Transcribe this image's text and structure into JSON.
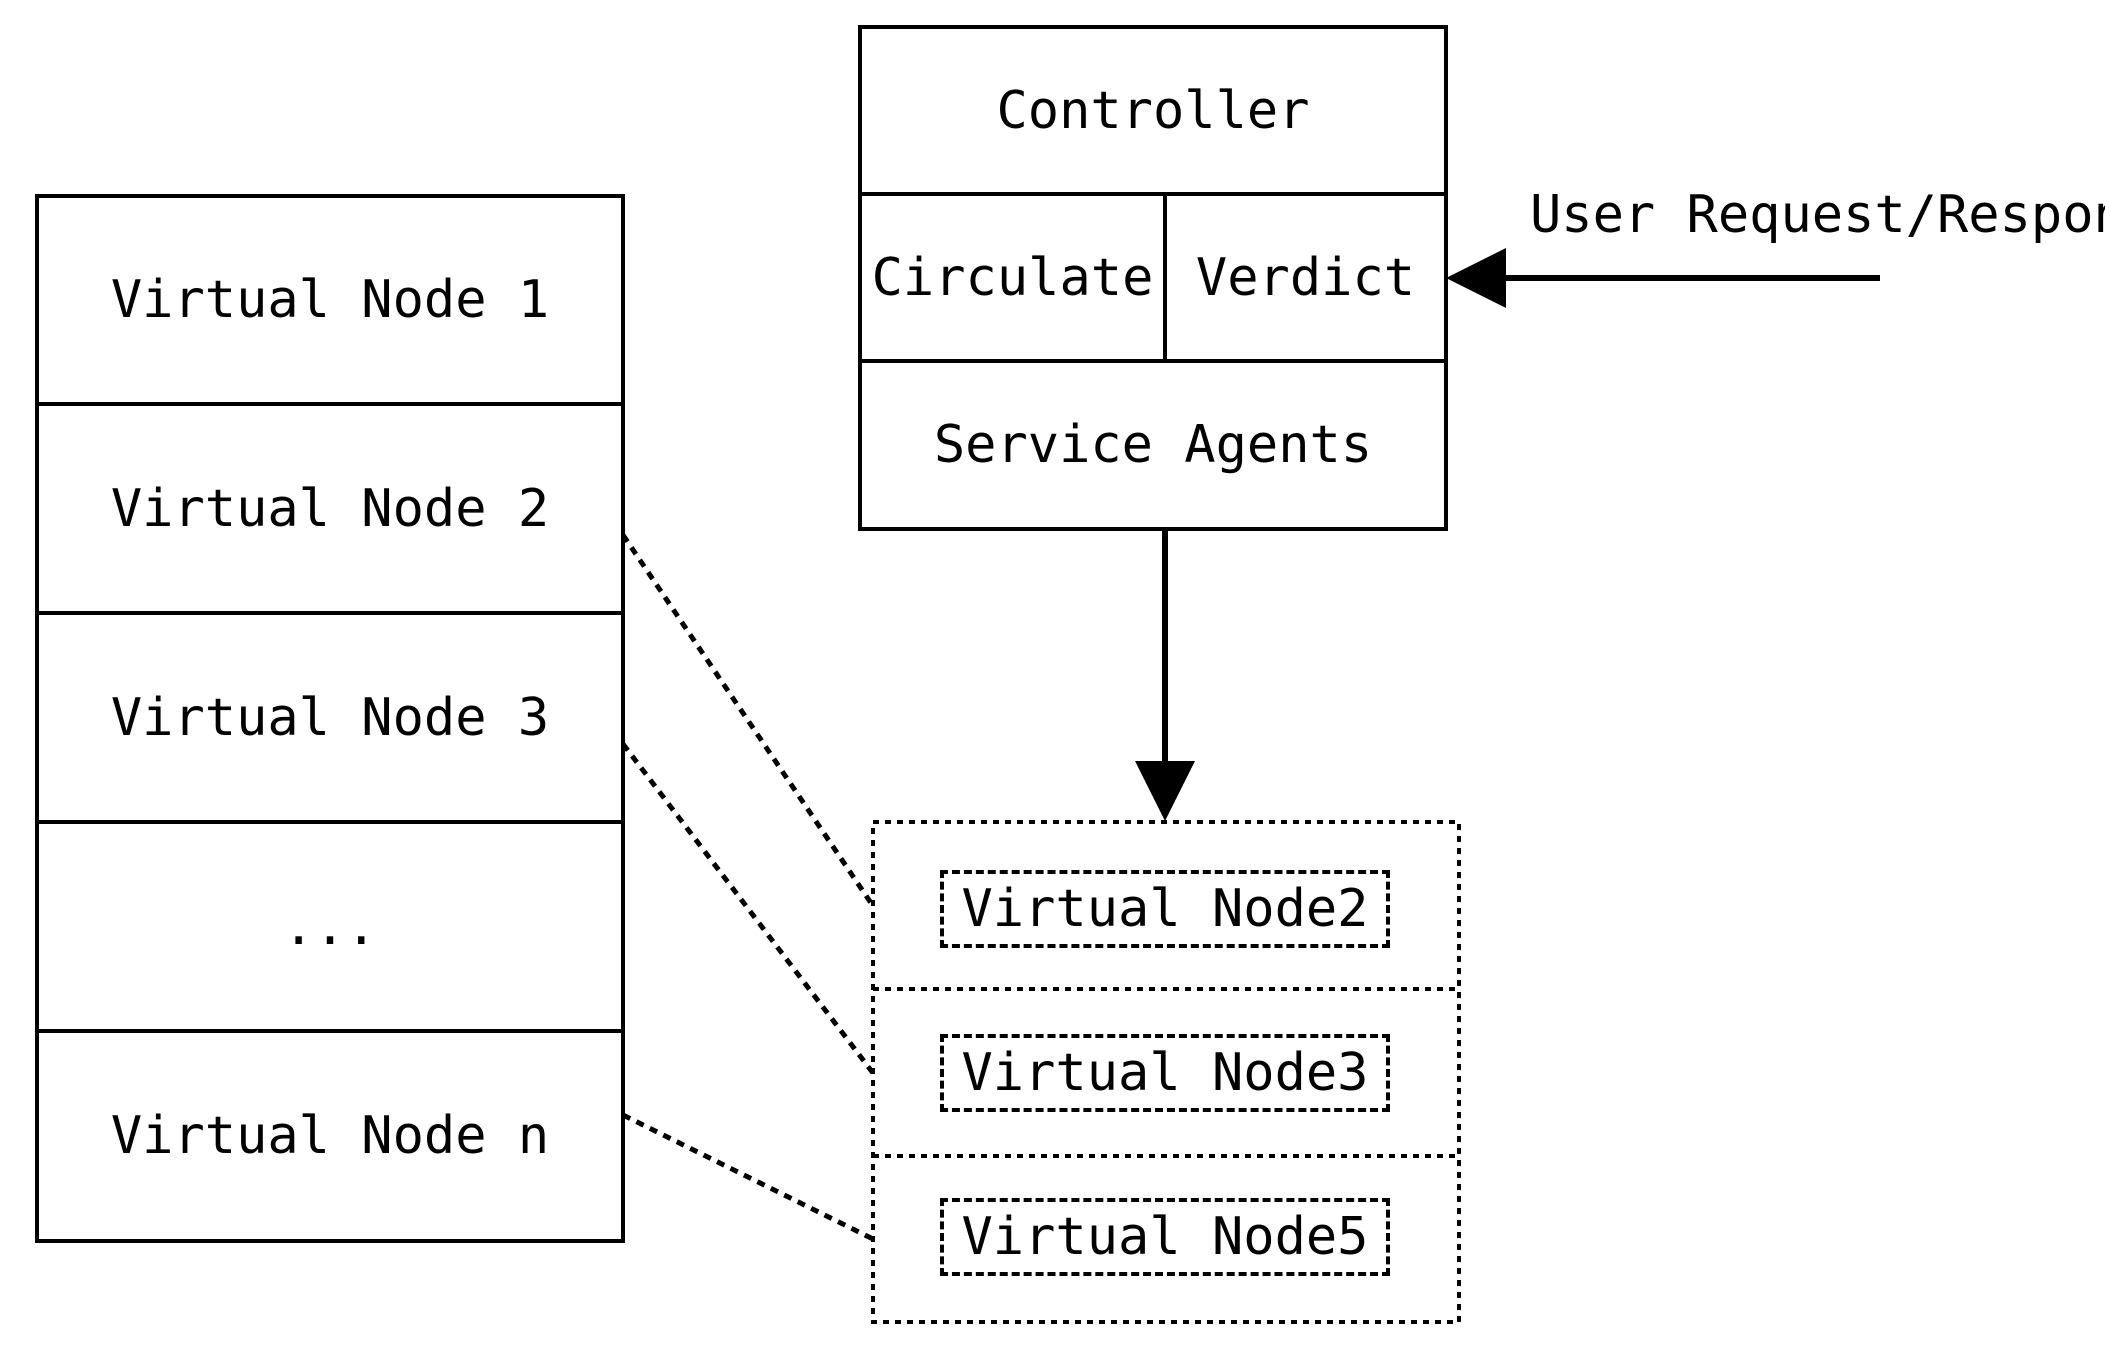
{
  "controller": {
    "title": "Controller",
    "circulate": "Circulate",
    "verdict": "Verdict",
    "service_agents": "Service Agents"
  },
  "user_request_label": "User Request/Response",
  "node_stack": [
    "Virtual Node 1",
    "Virtual Node 2",
    "Virtual Node 3",
    "...",
    "Virtual Node n"
  ],
  "selected_nodes": [
    "Virtual Node2",
    "Virtual Node3",
    "Virtual Node5"
  ]
}
